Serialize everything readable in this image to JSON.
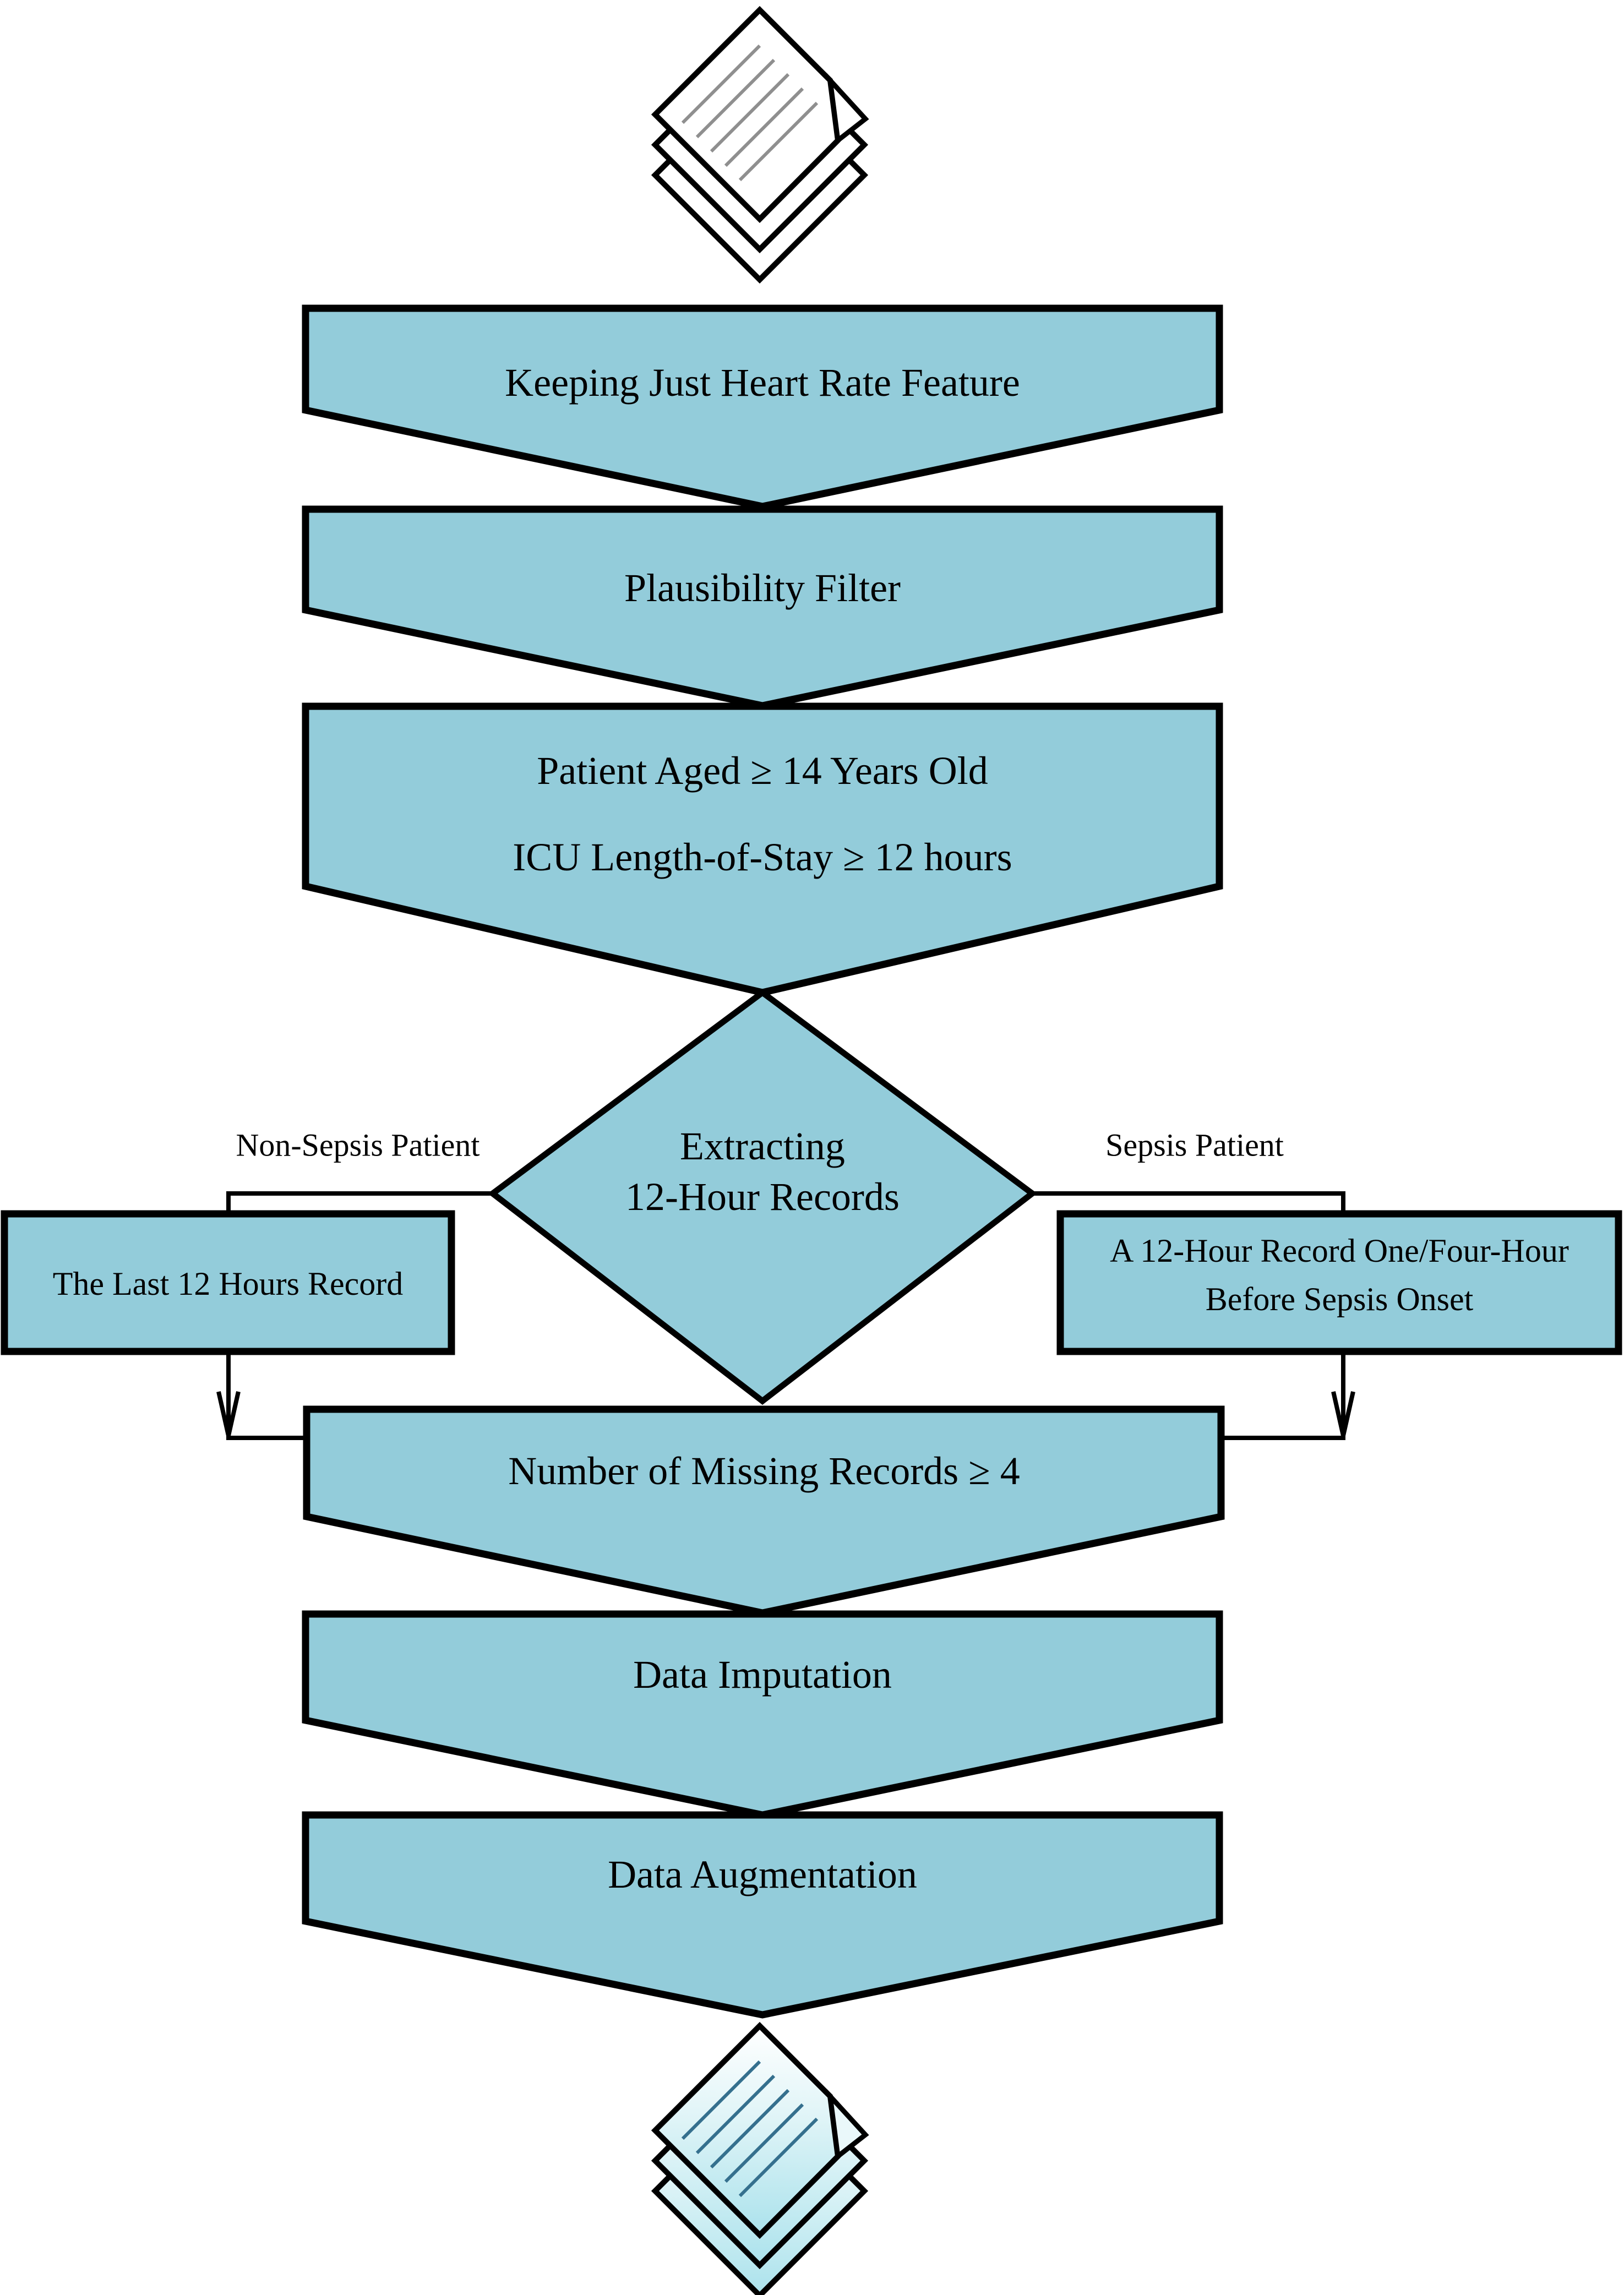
{
  "colors": {
    "node_fill": "#93ccda",
    "outline": "#000000",
    "page_fill_top_icon": "#ffffff",
    "page_line_gray": "#8f8f8f",
    "page_line_teal": "#35708e"
  },
  "flow": {
    "step1_label": "Keeping Just Heart Rate Feature",
    "step2_label": "Plausibility Filter",
    "step3_line1": "Patient Aged ≥ 14 Years Old",
    "step3_line2": "ICU Length-of-Stay ≥ 12 hours",
    "decision_line1": "Extracting",
    "decision_line2": "12-Hour Records",
    "branch_left_label": "Non-Sepsis Patient",
    "branch_left_box": "The Last 12 Hours Record",
    "branch_right_label": "Sepsis Patient",
    "branch_right_box_line1": "A 12-Hour Record One/Four-Hour",
    "branch_right_box_line2": "Before Sepsis Onset",
    "step4_label": "Number of Missing Records ≥ 4",
    "step5_label": "Data Imputation",
    "step6_label": "Data Augmentation"
  },
  "icons": {
    "top": "document-stack-icon",
    "bottom": "document-stack-teal-icon"
  }
}
